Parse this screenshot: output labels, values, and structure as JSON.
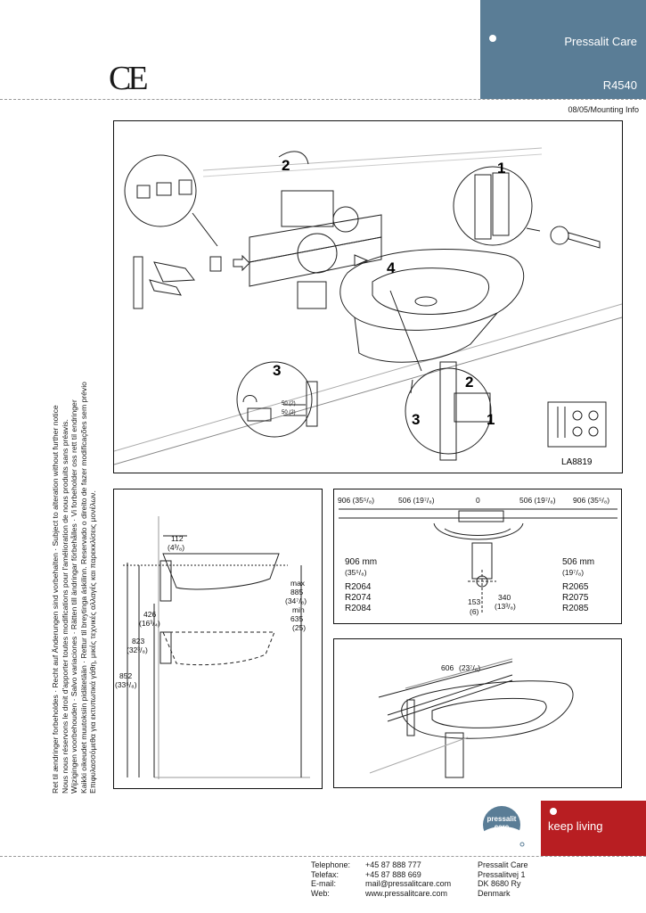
{
  "brand": {
    "company": "Pressalit Care",
    "product_code": "R4540",
    "date_info": "08/05/Mounting Info",
    "ce_mark": "CE",
    "slogan": "keep living",
    "logo_text_1": "pressalit",
    "logo_text_2": "care",
    "brand_color": "#5a7d96",
    "accent_color": "#b81e22"
  },
  "notice_lines": [
    "Ret til ændringer forbeholdes · Recht auf Änderungen sind vorbehalten · Subject to alteration without further notice",
    "Nous nous réservons le droit d'apporter toutes modifications pour l'amélioration de nous produits sans préavis.",
    "Wijzigingen voorbehouden · Salvo variaciones · Rätten till ändringar förbehålles · Vi forbeholder oss rett til endringer",
    "Kaikki oikeudet muutoksiin pidätetään · Rettur til breytinga áskilinn. Reservado o direito de fazer modificações sem prévio",
    "Επιφυλασσόμεθα για εκτυπωτικά γάθη, μικές τεχνικές αλλαγές και παρεκκλίσεις μονέλων."
  ],
  "mounting": {
    "steps": [
      "1",
      "2",
      "3",
      "4"
    ],
    "detail_steps": [
      "2",
      "3",
      "1"
    ],
    "dims": [
      "50 (2)",
      "50 (2)"
    ],
    "kit_code": "LA8819"
  },
  "side_view": {
    "offset": "112",
    "offset_in": "(4³/₈)",
    "max_label": "max",
    "max_val": "885",
    "max_in": "(34⁷/₈)",
    "min_label": "min",
    "min_val": "635",
    "min_in": "(25)",
    "h1": "426",
    "h1_in": "(16³/₄)",
    "h2": "823",
    "h2_in": "(32³/₈)",
    "h3": "852",
    "h3_in": "(33⁵/₈)"
  },
  "front_view": {
    "scale": [
      "906 (35⁵/₈)",
      "506 (19⁷/₈)",
      "0",
      "506 (19⁷/₈)",
      "906 (35⁵/₈)"
    ],
    "left_size": "906 mm",
    "left_size_in": "(35⁵/₈)",
    "left_models": [
      "R2064",
      "R2074",
      "R2084"
    ],
    "right_size": "506 mm",
    "right_size_in": "(19⁷/₈)",
    "right_models": [
      "R2065",
      "R2075",
      "R2085"
    ],
    "d1": "153",
    "d1_in": "(6)",
    "d2": "340",
    "d2_in": "(13³/₈)"
  },
  "persp_view": {
    "width": "606",
    "width_in": "(23⁷/₈)"
  },
  "contact": {
    "labels": [
      "Telephone:",
      "Telefax:",
      "E-mail:",
      "Web:"
    ],
    "values": [
      "+45 87 888 777",
      "+45 87 888 669",
      "mail@pressalitcare.com",
      "www.pressalitcare.com"
    ],
    "address": [
      "Pressalit Care",
      "Pressalitvej 1",
      "DK 8680 Ry",
      "Denmark"
    ]
  }
}
